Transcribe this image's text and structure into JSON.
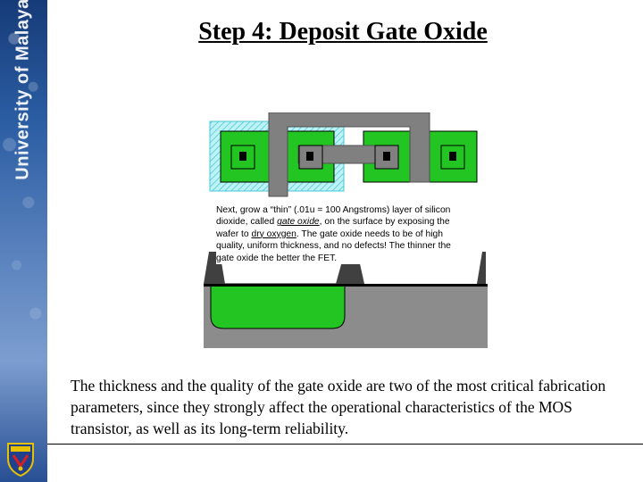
{
  "sidebar": {
    "university_text": "University of Malaya"
  },
  "slide": {
    "title": "Step 4: Deposit Gate Oxide",
    "caption": {
      "part1": "Next, grow a “thin” (.01u = 100 Angstroms) layer of silicon dioxide, called ",
      "term1": "gate oxide",
      "part2": ", on the surface by exposing the wafer to ",
      "term2": "dry oxygen",
      "part3": ". The gate oxide needs to be of high quality, uniform thickness, and no defects! The thinner the gate oxide the better the FET."
    },
    "body": "The thickness and the quality of the gate oxide are two of the most critical fabrication parameters, since they strongly affect the operational characteristics of the MOS transistor, as well as its long-term reliability."
  },
  "colors": {
    "green": "#22c522",
    "gray": "#808080",
    "dark_gray": "#404040",
    "cyan_hatch": "#8ee4ee",
    "title_underline": "#000000"
  }
}
